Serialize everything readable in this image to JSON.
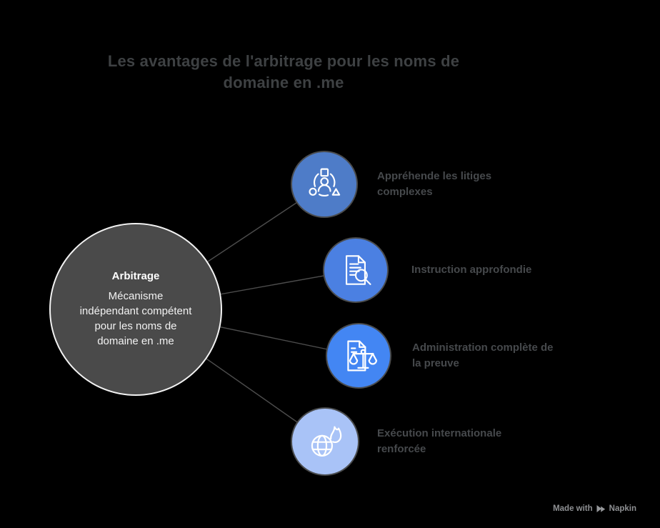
{
  "title": {
    "lines": [
      "Les avantages de l'arbitrage pour les noms de",
      "domaine en .me"
    ],
    "color": "#3e4143"
  },
  "center_node": {
    "heading": "Arbitrage",
    "body_lines": [
      "Mécanisme",
      "indépendant compétent",
      "pour les noms de",
      "domaine en .me"
    ],
    "fill": "#4a4a4a",
    "border_color": "#f2f2f2",
    "text_color": "#ffffff"
  },
  "nodes": [
    {
      "id": "litiges",
      "icon": "mediation-icon",
      "fill": "#4e7cc8",
      "border_color": "#4a4c4e",
      "label_lines": [
        "Appréhende les litiges",
        "complexes"
      ]
    },
    {
      "id": "instruction",
      "icon": "document-search-icon",
      "fill": "#4b80e2",
      "border_color": "#4a4c4e",
      "label_lines": [
        "Instruction approfondie"
      ]
    },
    {
      "id": "preuve",
      "icon": "document-scales-icon",
      "fill": "#4386f3",
      "border_color": "#4a4c4e",
      "label_lines": [
        "Administration complète de",
        "la preuve"
      ]
    },
    {
      "id": "execution",
      "icon": "globe-flame-icon",
      "fill": "#a9c3f7",
      "border_color": "#4a4c4e",
      "label_lines": [
        "Exécution internationale",
        "renforcée"
      ]
    }
  ],
  "connectors": {
    "color": "#4d4d4d"
  },
  "label_color": "#46494c",
  "background": "#000000",
  "watermark": {
    "prefix": "Made with",
    "brand": "Napkin",
    "color": "#8e9093"
  }
}
